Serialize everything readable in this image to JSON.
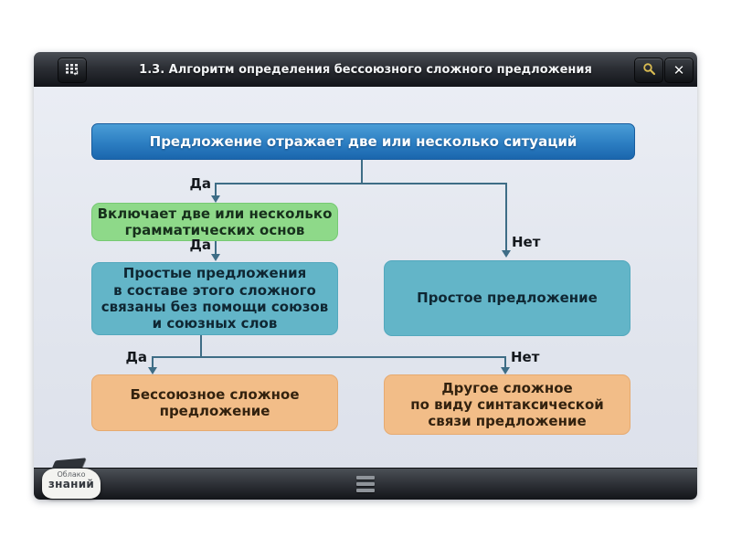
{
  "titlebar": {
    "title": "1.3. Алгоритм определения бессоюзного сложного предложения",
    "close_glyph": "✕"
  },
  "flowchart": {
    "start": "Предложение отражает две или несколько ситуаций",
    "q_bases": "Включает две или несколько\nграмматических основ",
    "q_no_conjunctions": "Простые предложения\nв составе этого сложного\nсвязаны без помощи союзов\nи союзных слов",
    "simple_sentence": "Простое предложение",
    "result_asyndetic": "Бессоюзное сложное\nпредложение",
    "result_other": "Другое сложное\nпо виду синтаксической\nсвязи предложение",
    "labels": {
      "yes1": "Да",
      "no1": "Нет",
      "yes2": "Да",
      "yes3": "Да",
      "no2": "Нет"
    }
  },
  "footer": {
    "logo_line1": "Облако",
    "logo_line2": "знаний"
  },
  "colors": {
    "node_start": "#2c7ec2",
    "node_question_green": "#8ed989",
    "node_teal": "#63b5c8",
    "node_result_orange": "#f2bd88",
    "connector": "#3e6d86",
    "search_icon_gold": "#d9bb52",
    "content_background": "#e2e6ee"
  }
}
